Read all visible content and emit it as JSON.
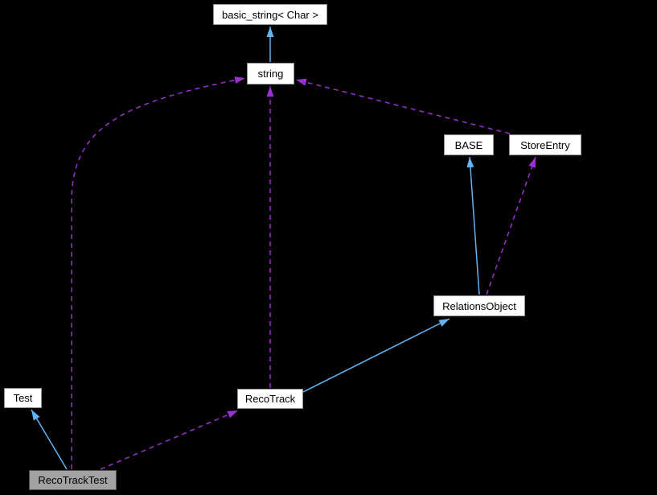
{
  "diagram": {
    "kind": "collaboration-graph",
    "background": "#000000",
    "colors": {
      "background": "#000000",
      "node_fill": "#ffffff",
      "node_border": "#909090",
      "node_text": "#000000",
      "highlight_fill": "#a2a2a2",
      "highlight_border": "#4f4f4f",
      "inheritance_edge": "#63b4f4",
      "usage_edge": "#9b30d2"
    },
    "nodes": [
      {
        "id": "basic_string",
        "label": "basic_string< Char >",
        "highlighted": false
      },
      {
        "id": "string",
        "label": "string",
        "highlighted": false
      },
      {
        "id": "BASE",
        "label": "BASE",
        "highlighted": false
      },
      {
        "id": "StoreEntry",
        "label": "StoreEntry",
        "highlighted": false
      },
      {
        "id": "RelationsObject",
        "label": "RelationsObject",
        "highlighted": false
      },
      {
        "id": "RecoTrack",
        "label": "RecoTrack",
        "highlighted": false
      },
      {
        "id": "Test",
        "label": "Test",
        "highlighted": false
      },
      {
        "id": "RecoTrackTest",
        "label": "RecoTrackTest",
        "highlighted": true
      }
    ],
    "edges": [
      {
        "from": "string",
        "to": "basic_string< Char >",
        "relation": "public-inheritance",
        "style": "solid-blue"
      },
      {
        "from": "RecoTrackTest",
        "to": "string",
        "relation": "usage",
        "style": "dashed-purple"
      },
      {
        "from": "StoreEntry",
        "to": "string",
        "relation": "usage",
        "style": "dashed-purple"
      },
      {
        "from": "RelationsObject",
        "to": "BASE",
        "relation": "public-inheritance",
        "style": "solid-blue"
      },
      {
        "from": "RelationsObject",
        "to": "StoreEntry",
        "relation": "usage",
        "style": "dashed-purple"
      },
      {
        "from": "RecoTrack",
        "to": "RelationsObject",
        "relation": "public-inheritance",
        "style": "solid-blue"
      },
      {
        "from": "RecoTrack",
        "to": "string",
        "relation": "usage",
        "style": "dashed-purple"
      },
      {
        "from": "RecoTrackTest",
        "to": "Test",
        "relation": "public-inheritance",
        "style": "solid-blue"
      },
      {
        "from": "RecoTrackTest",
        "to": "RecoTrack",
        "relation": "usage",
        "style": "dashed-purple"
      }
    ]
  }
}
